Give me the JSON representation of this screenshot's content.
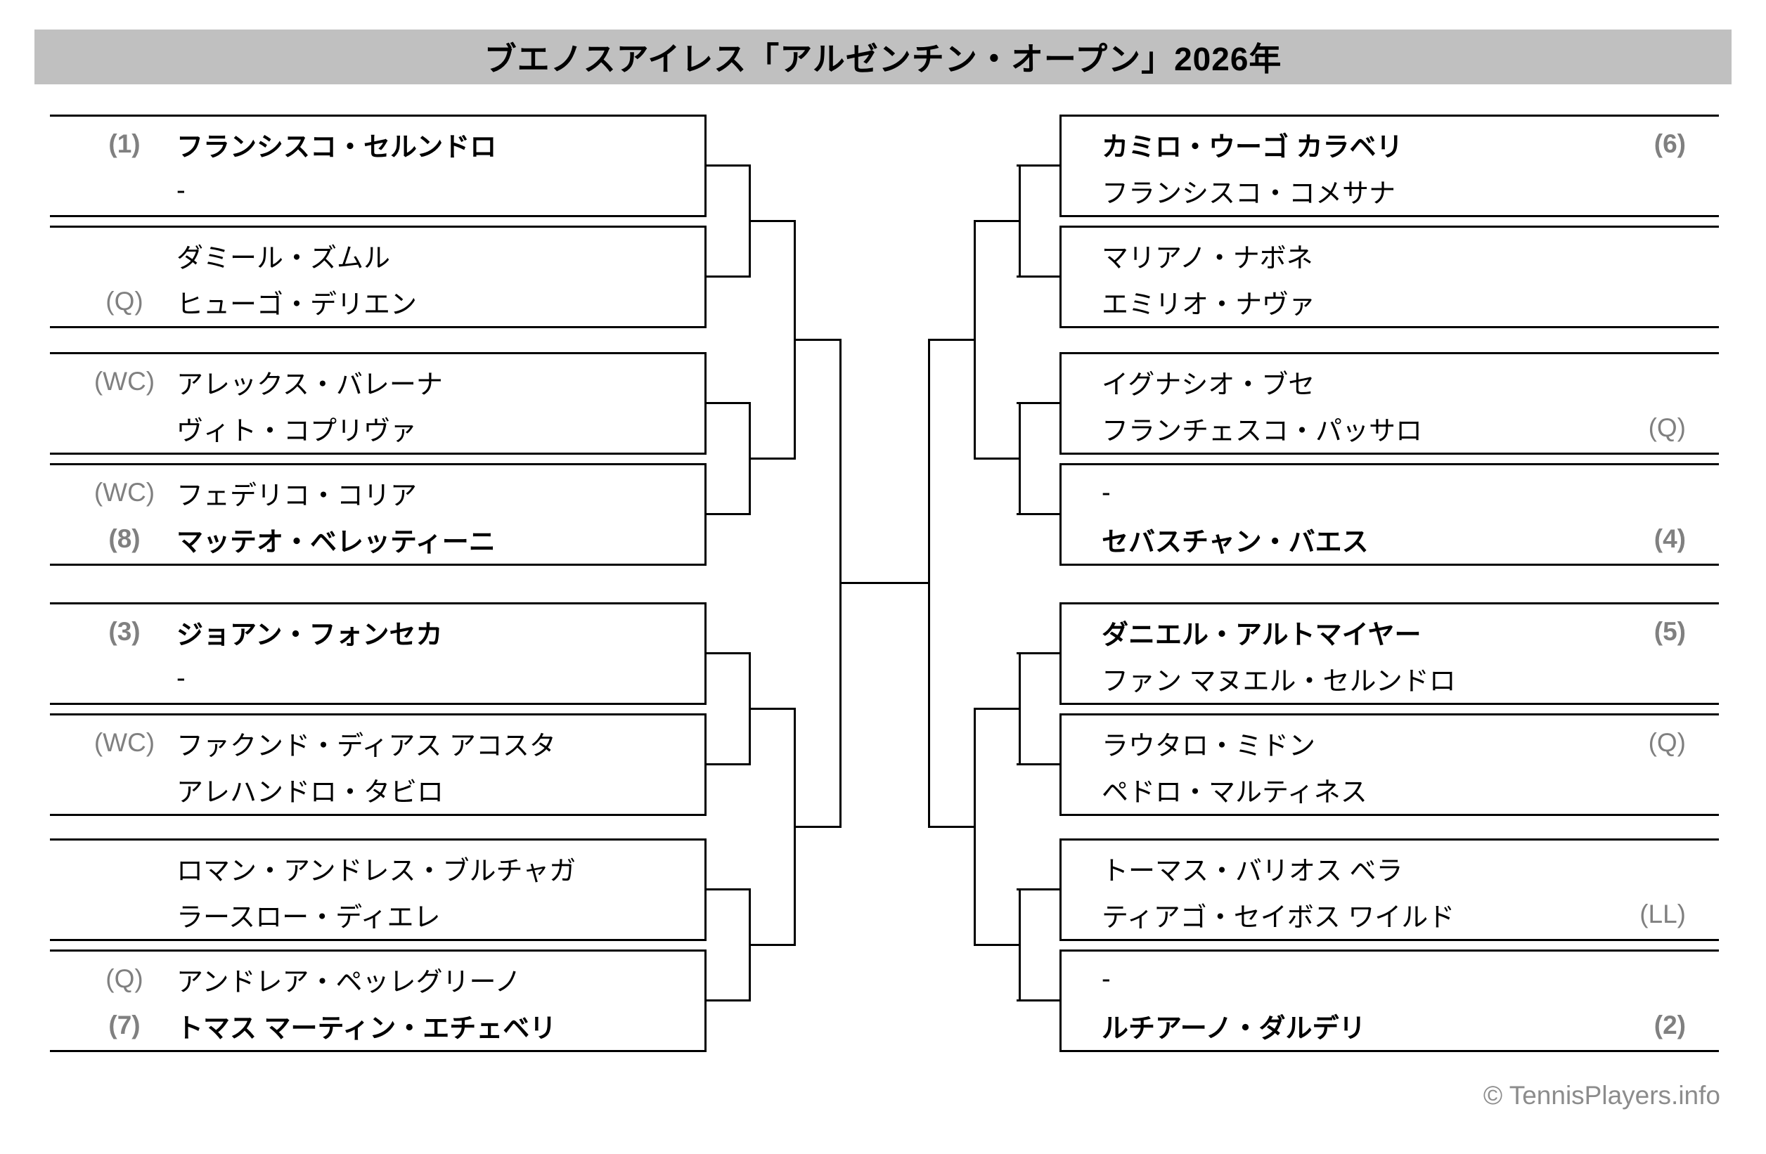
{
  "title": "ブエノスアイレス「アルゼンチン・オープン」2026年",
  "footer": {
    "credit": "© TennisPlayers.info"
  },
  "colors": {
    "title_bar_bg": "#c0c0c0",
    "bracket_line": "#000000",
    "tag_gray": "#808080",
    "footer_gray": "#8c8c8c"
  },
  "bracket": {
    "left": [
      {
        "players": [
          {
            "tag": "(1)",
            "name": "フランシスコ・セルンドロ",
            "seeded": true
          },
          {
            "tag": "",
            "name": "-",
            "seeded": false
          }
        ]
      },
      {
        "players": [
          {
            "tag": "",
            "name": "ダミール・ズムル",
            "seeded": false
          },
          {
            "tag": "(Q)",
            "name": "ヒューゴ・デリエン",
            "seeded": false
          }
        ]
      },
      {
        "players": [
          {
            "tag": "(WC)",
            "name": "アレックス・バレーナ",
            "seeded": false
          },
          {
            "tag": "",
            "name": "ヴィト・コプリヴァ",
            "seeded": false
          }
        ]
      },
      {
        "players": [
          {
            "tag": "(WC)",
            "name": "フェデリコ・コリア",
            "seeded": false
          },
          {
            "tag": "(8)",
            "name": "マッテオ・ベレッティーニ",
            "seeded": true
          }
        ]
      },
      {
        "players": [
          {
            "tag": "(3)",
            "name": "ジョアン・フォンセカ",
            "seeded": true
          },
          {
            "tag": "",
            "name": "-",
            "seeded": false
          }
        ]
      },
      {
        "players": [
          {
            "tag": "(WC)",
            "name": "ファクンド・ディアス アコスタ",
            "seeded": false
          },
          {
            "tag": "",
            "name": "アレハンドロ・タビロ",
            "seeded": false
          }
        ]
      },
      {
        "players": [
          {
            "tag": "",
            "name": "ロマン・アンドレス・ブルチャガ",
            "seeded": false
          },
          {
            "tag": "",
            "name": "ラースロー・ディエレ",
            "seeded": false
          }
        ]
      },
      {
        "players": [
          {
            "tag": "(Q)",
            "name": "アンドレア・ペッレグリーノ",
            "seeded": false
          },
          {
            "tag": "(7)",
            "name": "トマス マーティン・エチェベリ",
            "seeded": true
          }
        ]
      }
    ],
    "right": [
      {
        "players": [
          {
            "tag": "(6)",
            "name": "カミロ・ウーゴ カラベリ",
            "seeded": true
          },
          {
            "tag": "",
            "name": "フランシスコ・コメサナ",
            "seeded": false
          }
        ]
      },
      {
        "players": [
          {
            "tag": "",
            "name": "マリアノ・ナボネ",
            "seeded": false
          },
          {
            "tag": "",
            "name": "エミリオ・ナヴァ",
            "seeded": false
          }
        ]
      },
      {
        "players": [
          {
            "tag": "",
            "name": "イグナシオ・ブセ",
            "seeded": false
          },
          {
            "tag": "(Q)",
            "name": "フランチェスコ・パッサロ",
            "seeded": false
          }
        ]
      },
      {
        "players": [
          {
            "tag": "",
            "name": "-",
            "seeded": false
          },
          {
            "tag": "(4)",
            "name": "セバスチャン・バエス",
            "seeded": true
          }
        ]
      },
      {
        "players": [
          {
            "tag": "(5)",
            "name": "ダニエル・アルトマイヤー",
            "seeded": true
          },
          {
            "tag": "",
            "name": "ファン マヌエル・セルンドロ",
            "seeded": false
          }
        ]
      },
      {
        "players": [
          {
            "tag": "(Q)",
            "name": "ラウタロ・ミドン",
            "seeded": false
          },
          {
            "tag": "",
            "name": "ペドロ・マルティネス",
            "seeded": false
          }
        ]
      },
      {
        "players": [
          {
            "tag": "",
            "name": "トーマス・バリオス ベラ",
            "seeded": false
          },
          {
            "tag": "(LL)",
            "name": "ティアゴ・セイボス ワイルド",
            "seeded": false
          }
        ]
      },
      {
        "players": [
          {
            "tag": "",
            "name": "-",
            "seeded": false
          },
          {
            "tag": "(2)",
            "name": "ルチアーノ・ダルデリ",
            "seeded": true
          }
        ]
      }
    ]
  }
}
